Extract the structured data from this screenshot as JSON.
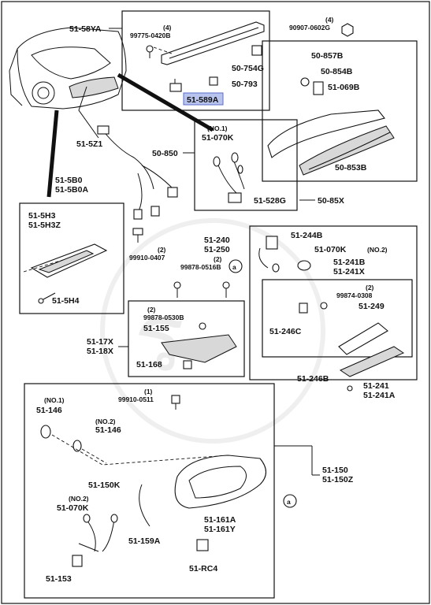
{
  "watermark": "ร",
  "circle_ref": "a",
  "labels": {
    "p5158YA": "51-58YA",
    "q4_left": "(4)",
    "p99775": "99775-0420B",
    "q4_right": "(4)",
    "p90907": "90907-0602G",
    "p754G": "50-754G",
    "p793": "50-793",
    "p589A": "51-589A",
    "p857B": "50-857B",
    "p854B": "50-854B",
    "p069B": "51-069B",
    "p5Z1": "51-5Z1",
    "no1_a": "(NO.1)",
    "p070K_a": "51-070K",
    "p850": "50-850",
    "p853B": "50-853B",
    "p528G": "51-528G",
    "p85X": "50-85X",
    "p5B0": "51-5B0",
    "p5B0A": "51-5B0A",
    "p5H3": "51-5H3",
    "p5H3Z": "51-5H3Z",
    "q2_a": "(2)",
    "p99910_0407": "99910-0407",
    "p5H4": "51-5H4",
    "p240": "51-240",
    "p250": "51-250",
    "p244B": "51-244B",
    "q2_b": "(2)",
    "p99878_0516": "99878-0516B",
    "p070K_no2": "51-070K",
    "no2_b": "(NO.2)",
    "p241B": "51-241B",
    "p241X": "51-241X",
    "q2_c": "(2)",
    "p99874": "99874-0308",
    "p249": "51-249",
    "q2_d": "(2)",
    "p99878_0530": "99878-0530B",
    "p155": "51-155",
    "p17X": "51-17X",
    "p18X": "51-18X",
    "p246C": "51-246C",
    "p168": "51-168",
    "p246B": "51-246B",
    "p241": "51-241",
    "p241A": "51-241A",
    "q1": "(1)",
    "p99910_0511": "99910-0511",
    "no1_c": "(NO.1)",
    "p146_a": "51-146",
    "no2_c": "(NO.2)",
    "p146_b": "51-146",
    "p150K": "51-150K",
    "no2_d": "(NO.2)",
    "p070K_d": "51-070K",
    "p150": "51-150",
    "p150Z": "51-150Z",
    "p161A": "51-161A",
    "p161Y": "51-161Y",
    "p159A": "51-159A",
    "p153": "51-153",
    "pRC4": "51-RC4"
  }
}
